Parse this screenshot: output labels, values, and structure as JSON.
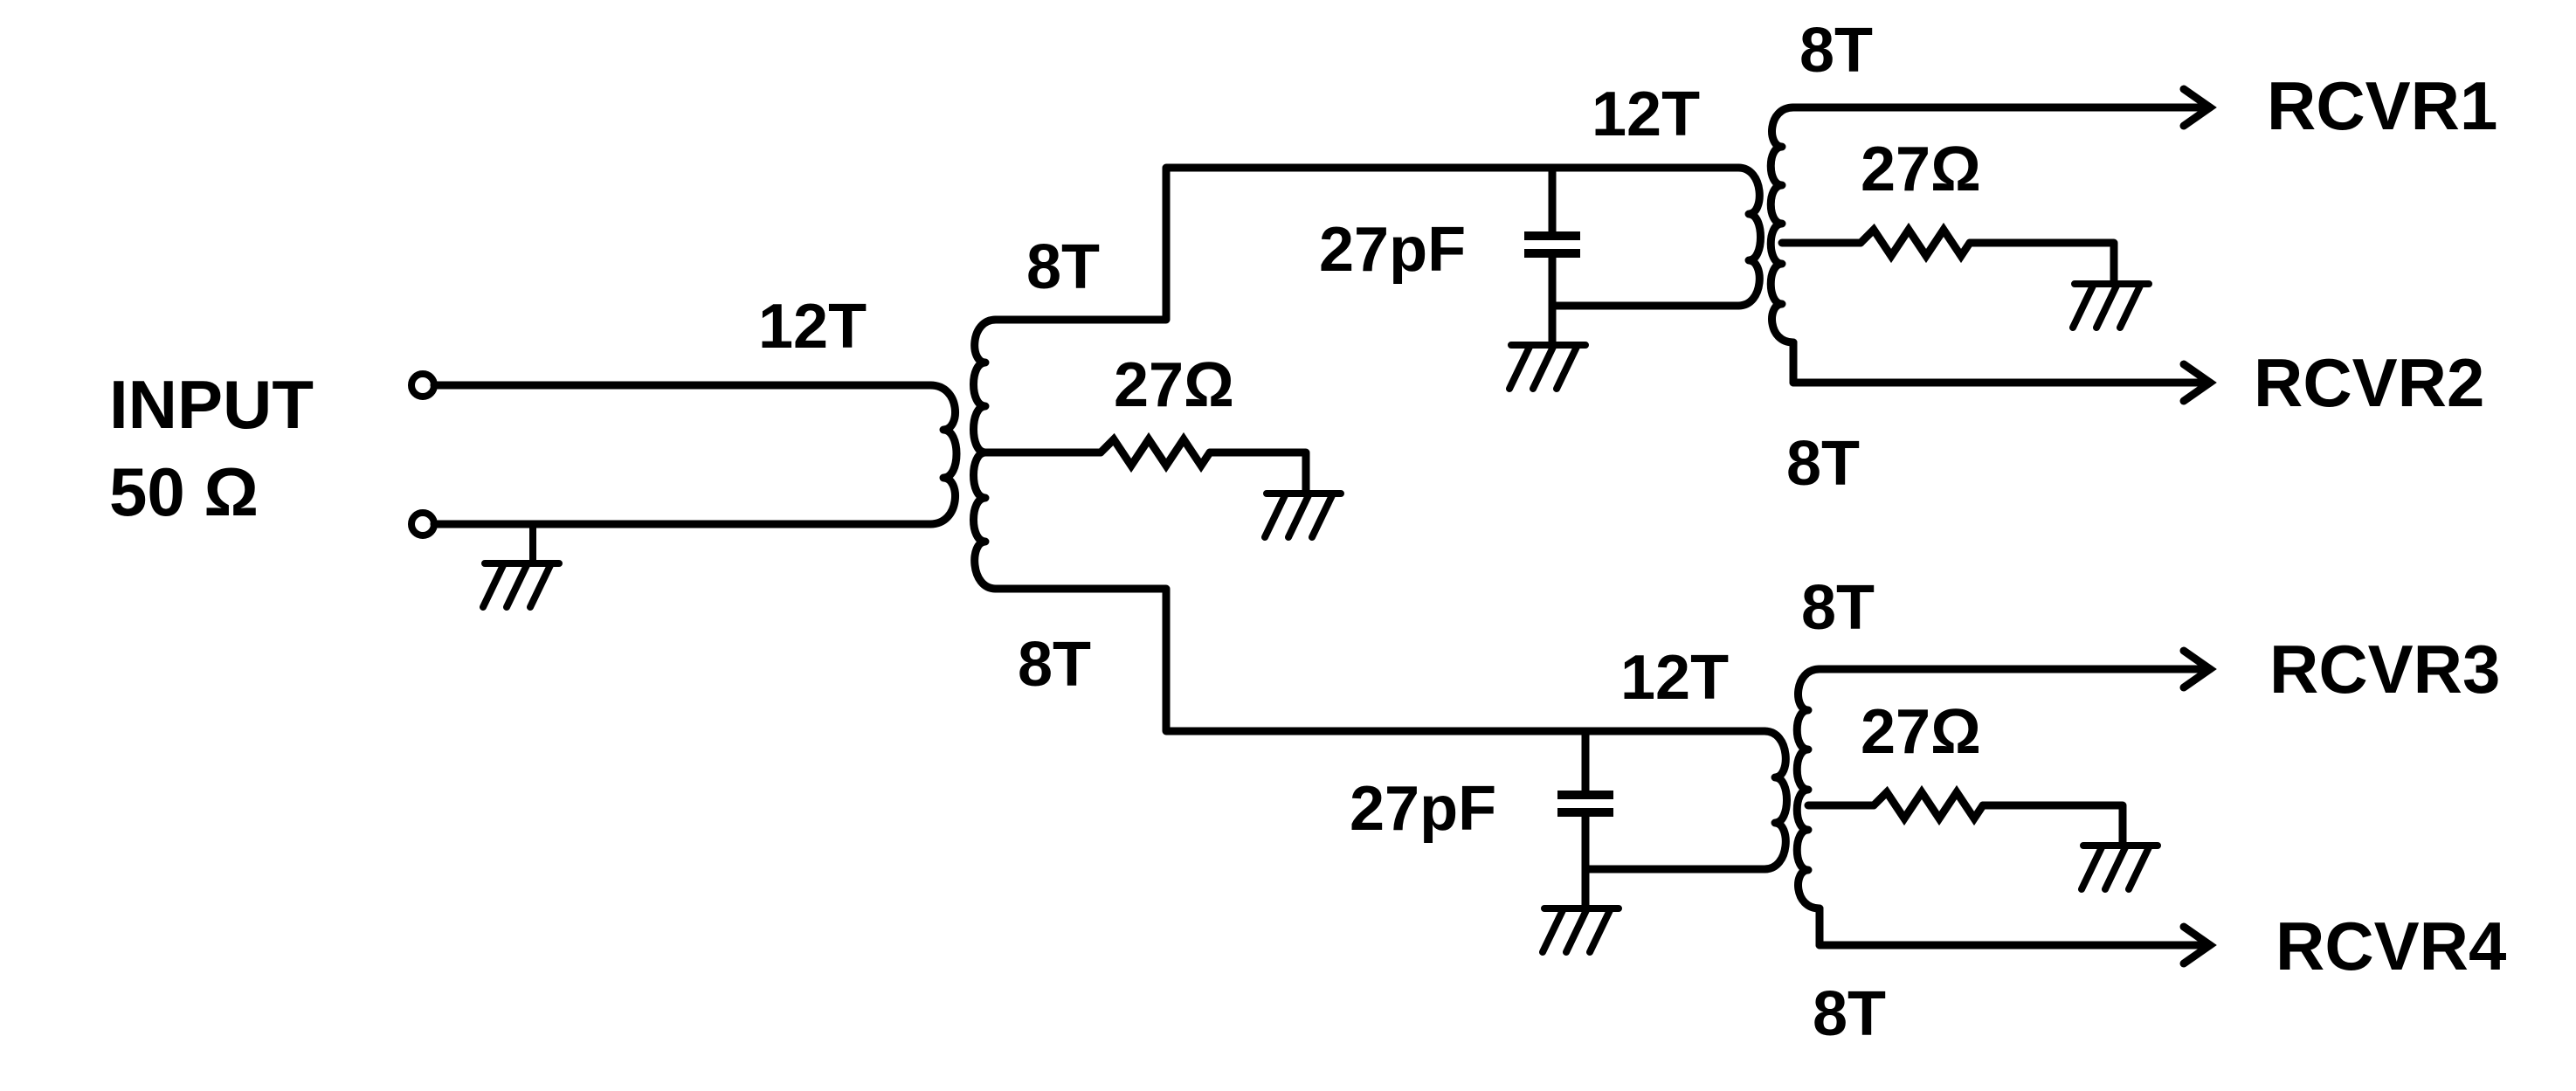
{
  "input": {
    "line1": "INPUT",
    "line2": "50 Ω"
  },
  "primary_transformer": {
    "primary_turns": "12T",
    "upper_turns": "8T",
    "lower_turns": "8T",
    "resistor": "27Ω"
  },
  "upper_branch": {
    "capacitor": "27pF",
    "primary_turns": "12T",
    "out1_turns": "8T",
    "out2_turns": "8T",
    "resistor": "27Ω"
  },
  "lower_branch": {
    "capacitor": "27pF",
    "primary_turns": "12T",
    "out1_turns": "8T",
    "out2_turns": "8T",
    "resistor": "27Ω"
  },
  "outputs": [
    "RCVR1",
    "RCVR2",
    "RCVR3",
    "RCVR4"
  ]
}
